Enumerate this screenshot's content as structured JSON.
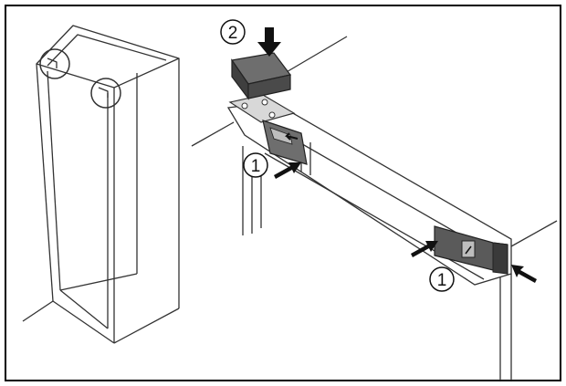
{
  "callouts": {
    "step_two": "2",
    "step_one_upper": "1",
    "step_one_lower": "1"
  },
  "colors": {
    "line": "#333333",
    "part_dark": "#4a4a4a",
    "part_mid": "#6e6e6e",
    "part_light": "#bdbdbd",
    "arrow": "#111111",
    "frame": "#000000"
  }
}
